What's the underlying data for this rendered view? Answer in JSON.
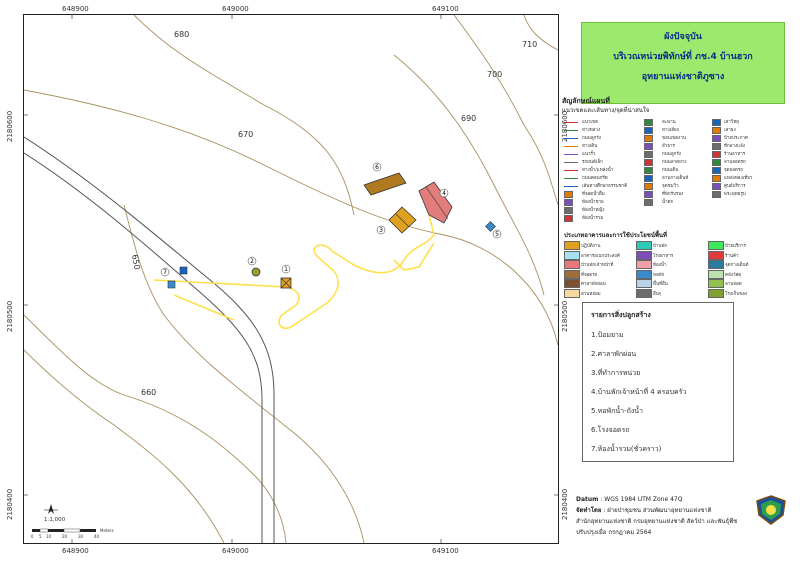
{
  "title": {
    "line1": "ผังปัจจุบัน",
    "line2": "บริเวณหน่วยพิทักษ์ที่ ภช.4 บ้านฮวก",
    "line3": "อุทยานแห่งชาติภูซาง"
  },
  "coords": {
    "x_top": [
      "648900",
      "649000",
      "649100"
    ],
    "x_bottom": [
      "648900",
      "649000",
      "649100"
    ],
    "y_left": [
      "2180600",
      "2180500",
      "2180400"
    ],
    "y_right": [
      "2180600",
      "2180500",
      "2180400"
    ]
  },
  "contours": [
    "680",
    "710",
    "700",
    "670",
    "690",
    "650",
    "660"
  ],
  "scale": {
    "ratio": "1:1,000",
    "ticks": [
      "0",
      "5",
      "10",
      "20",
      "30",
      "40"
    ],
    "unit": "Meters"
  },
  "legend": {
    "heading": "สัญลักษณ์แผนที่",
    "subheading": "แนวเขตและเส้นทาง/จุดที่น่าสนใจ",
    "col1": [
      "แนวเขต",
      "ทางหลวง",
      "ถนนลูกรัง",
      "ทางเดิน",
      "แนวรั้ว",
      "รถยนต์เล็ก",
      "ทางน้ำ/แหล่งน้ำ",
      "ถนนคอนกรีต",
      "เส้นทางศึกษาธรรมชาติ",
      "ที่จอดน้ำดื่ม",
      "ห้องน้ำชาย",
      "ห้องน้ำหญิง",
      "ห้องน้ำรวม"
    ],
    "col2": [
      "สะพาน",
      "ทางเลี่ยง",
      "ขอบเขตงาน",
      "ลำธาร",
      "ถนนลูกรัง",
      "ถนนลาดยาง",
      "ถนนเดิม",
      "ลานกางเต็นท์",
      "จุดชมวิว",
      "ที่พักรับรอง",
      "น้ำตก"
    ],
    "col3": [
      "เสาวิทยุ",
      "เสาธง",
      "ป้ายประกาศ",
      "ที่กลางแจ้ง",
      "ร้านอาหาร",
      "ลานจอดรถ",
      "จุดจอดรถ",
      "แหล่งท่องเที่ยว",
      "ศูนย์บริการ",
      "พระพุทธรูป"
    ]
  },
  "landuse": {
    "heading": "ประเภทอาคารและการใช้ประโยชน์พื้นที่",
    "items": [
      {
        "label": "ปฏิบัติงาน",
        "color": "#e0a020"
      },
      {
        "label": "บ้านพัก",
        "color": "#2fc7b8"
      },
      {
        "label": "ป้ายบริการ",
        "color": "#3de85a"
      },
      {
        "label": "อาคารอเนกประสงค์",
        "color": "#a6e3ee"
      },
      {
        "label": "โรงอาหาร",
        "color": "#7c4dbb"
      },
      {
        "label": "ร้านค้า",
        "color": "#e03a3a"
      },
      {
        "label": "บ้านพักเจ้าหน้าที่",
        "color": "#e67a7a"
      },
      {
        "label": "ห้องน้ำ",
        "color": "#f0a0a8"
      },
      {
        "label": "จุดกางเต็นท์",
        "color": "#2a7ba0"
      },
      {
        "label": "ที่จอดรถ",
        "color": "#9c6e3c"
      },
      {
        "label": "หอพัก",
        "color": "#3a8acc"
      },
      {
        "label": "คลังวัสดุ",
        "color": "#bde0b0"
      },
      {
        "label": "ศาลาพักผ่อน",
        "color": "#7a5030"
      },
      {
        "label": "พื้นที่อื่น",
        "color": "#bad3e8"
      },
      {
        "label": "ลานจอด",
        "color": "#90c050"
      },
      {
        "label": "สวนหย่อม",
        "color": "#f5d7a0"
      },
      {
        "label": "อื่นๆ",
        "color": "#6c6c6c"
      },
      {
        "label": "โรงเก็บของ",
        "color": "#80a030"
      }
    ]
  },
  "buildings": {
    "heading": "รายการสิ่งปลูกสร้าง",
    "items": [
      "1.ป้อมยาม",
      "2.ศาลาพักผ่อน",
      "3.ที่ทำการหน่วย",
      "4.บ้านพักเจ้าหน้าที่ 4 ครอบครัว",
      "5.หอพักน้ำ-ถังน้ำ",
      "6.โรงจอดรถ",
      "7.ห้องน้ำรวม(ชั่วคราว)"
    ]
  },
  "map_labels": [
    "1",
    "2",
    "3",
    "4",
    "5",
    "6",
    "7"
  ],
  "footer": {
    "datum_label": "Datum",
    "datum_value": ": WGS 1984 UTM Zone 47Q",
    "made_label": "จัดทำโดย",
    "made_value": ": ฝ่ายป่าชุมชน ส่วนพัฒนาอุทยานแห่งชาติ",
    "org": "สำนักอุทยานแห่งชาติ กรมอุทยานแห่งชาติ สัตว์ป่า และพันธุ์พืช",
    "updated": "ปรับปรุงเมื่อ กรกฎาคม 2564"
  },
  "colors": {
    "title_bg": "#9bea6e",
    "title_text": "#0c2f86",
    "contour": "#a89060",
    "path": "#ffe04a",
    "road": "#555555"
  }
}
